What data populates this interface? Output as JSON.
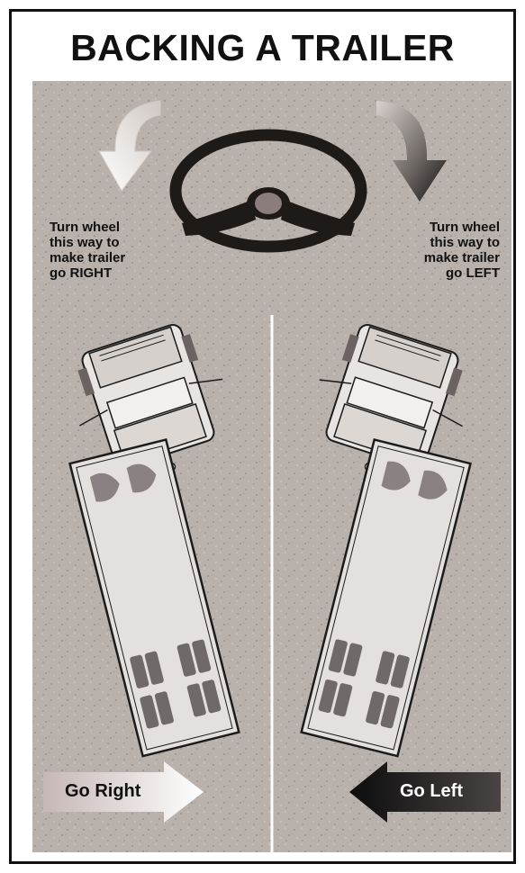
{
  "title": "BACKING A TRAILER",
  "captions": {
    "left": "Turn wheel\nthis way to\nmake trailer\ngo RIGHT",
    "right": "Turn wheel\nthis way to\nmake trailer\ngo LEFT"
  },
  "directions": {
    "right": "Go Right",
    "left": "Go Left"
  },
  "colors": {
    "ground": "#b9b1ab",
    "wheel": "#1e1a18",
    "arrow_dark": "#1a1a1a",
    "arrow_light": "#ffffff",
    "trailer": "#e4e0dd"
  },
  "icons": [
    "steering-wheel-icon",
    "curved-arrow-left-icon",
    "curved-arrow-right-icon",
    "truck-icon",
    "trailer-icon"
  ]
}
